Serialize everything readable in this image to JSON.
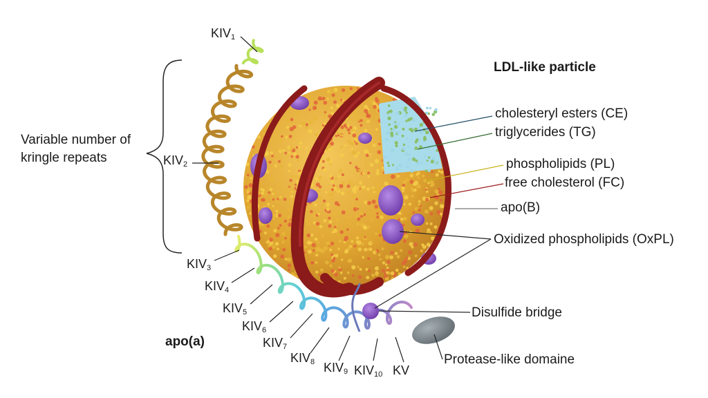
{
  "title": "LDL-like particle",
  "apoa_label": "apo(a)",
  "brace_label_line1": "Variable number of",
  "brace_label_line2": "kringle   repeats",
  "components": {
    "ce": "cholesteryl esters (CE)",
    "tg": "triglycerides (TG)",
    "pl": "phospholipids (PL)",
    "fc": "free cholesterol (FC)",
    "apob": "apo(B)",
    "oxpl": "Oxidized phospholipids (OxPL)",
    "disulfide": "Disulfide bridge",
    "protease": "Protease-like domaine"
  },
  "kringles": {
    "kiv1": {
      "base": "KIV",
      "sub": "1"
    },
    "kiv2": {
      "base": "KIV",
      "sub": "2"
    },
    "kiv3": {
      "base": "KIV",
      "sub": "3"
    },
    "kiv4": {
      "base": "KIV",
      "sub": "4"
    },
    "kiv5": {
      "base": "KIV",
      "sub": "5"
    },
    "kiv6": {
      "base": "KIV",
      "sub": "6"
    },
    "kiv7": {
      "base": "KIV",
      "sub": "7"
    },
    "kiv8": {
      "base": "KIV",
      "sub": "8"
    },
    "kiv9": {
      "base": "KIV",
      "sub": "9"
    },
    "kiv10": {
      "base": "KIV",
      "sub": "10"
    },
    "kv": {
      "base": "KV",
      "sub": ""
    }
  },
  "colors": {
    "lipid_yellow": "#e8b63a",
    "lipid_orange": "#e0643a",
    "apob_red": "#8b1a1a",
    "oxpl_purple": "#8a52c4",
    "ce_cyan": "#9fd6e6",
    "tg_green": "#8cc06a",
    "kiv2_gold": "#b8862a",
    "protease_gray": "#7c868c"
  }
}
